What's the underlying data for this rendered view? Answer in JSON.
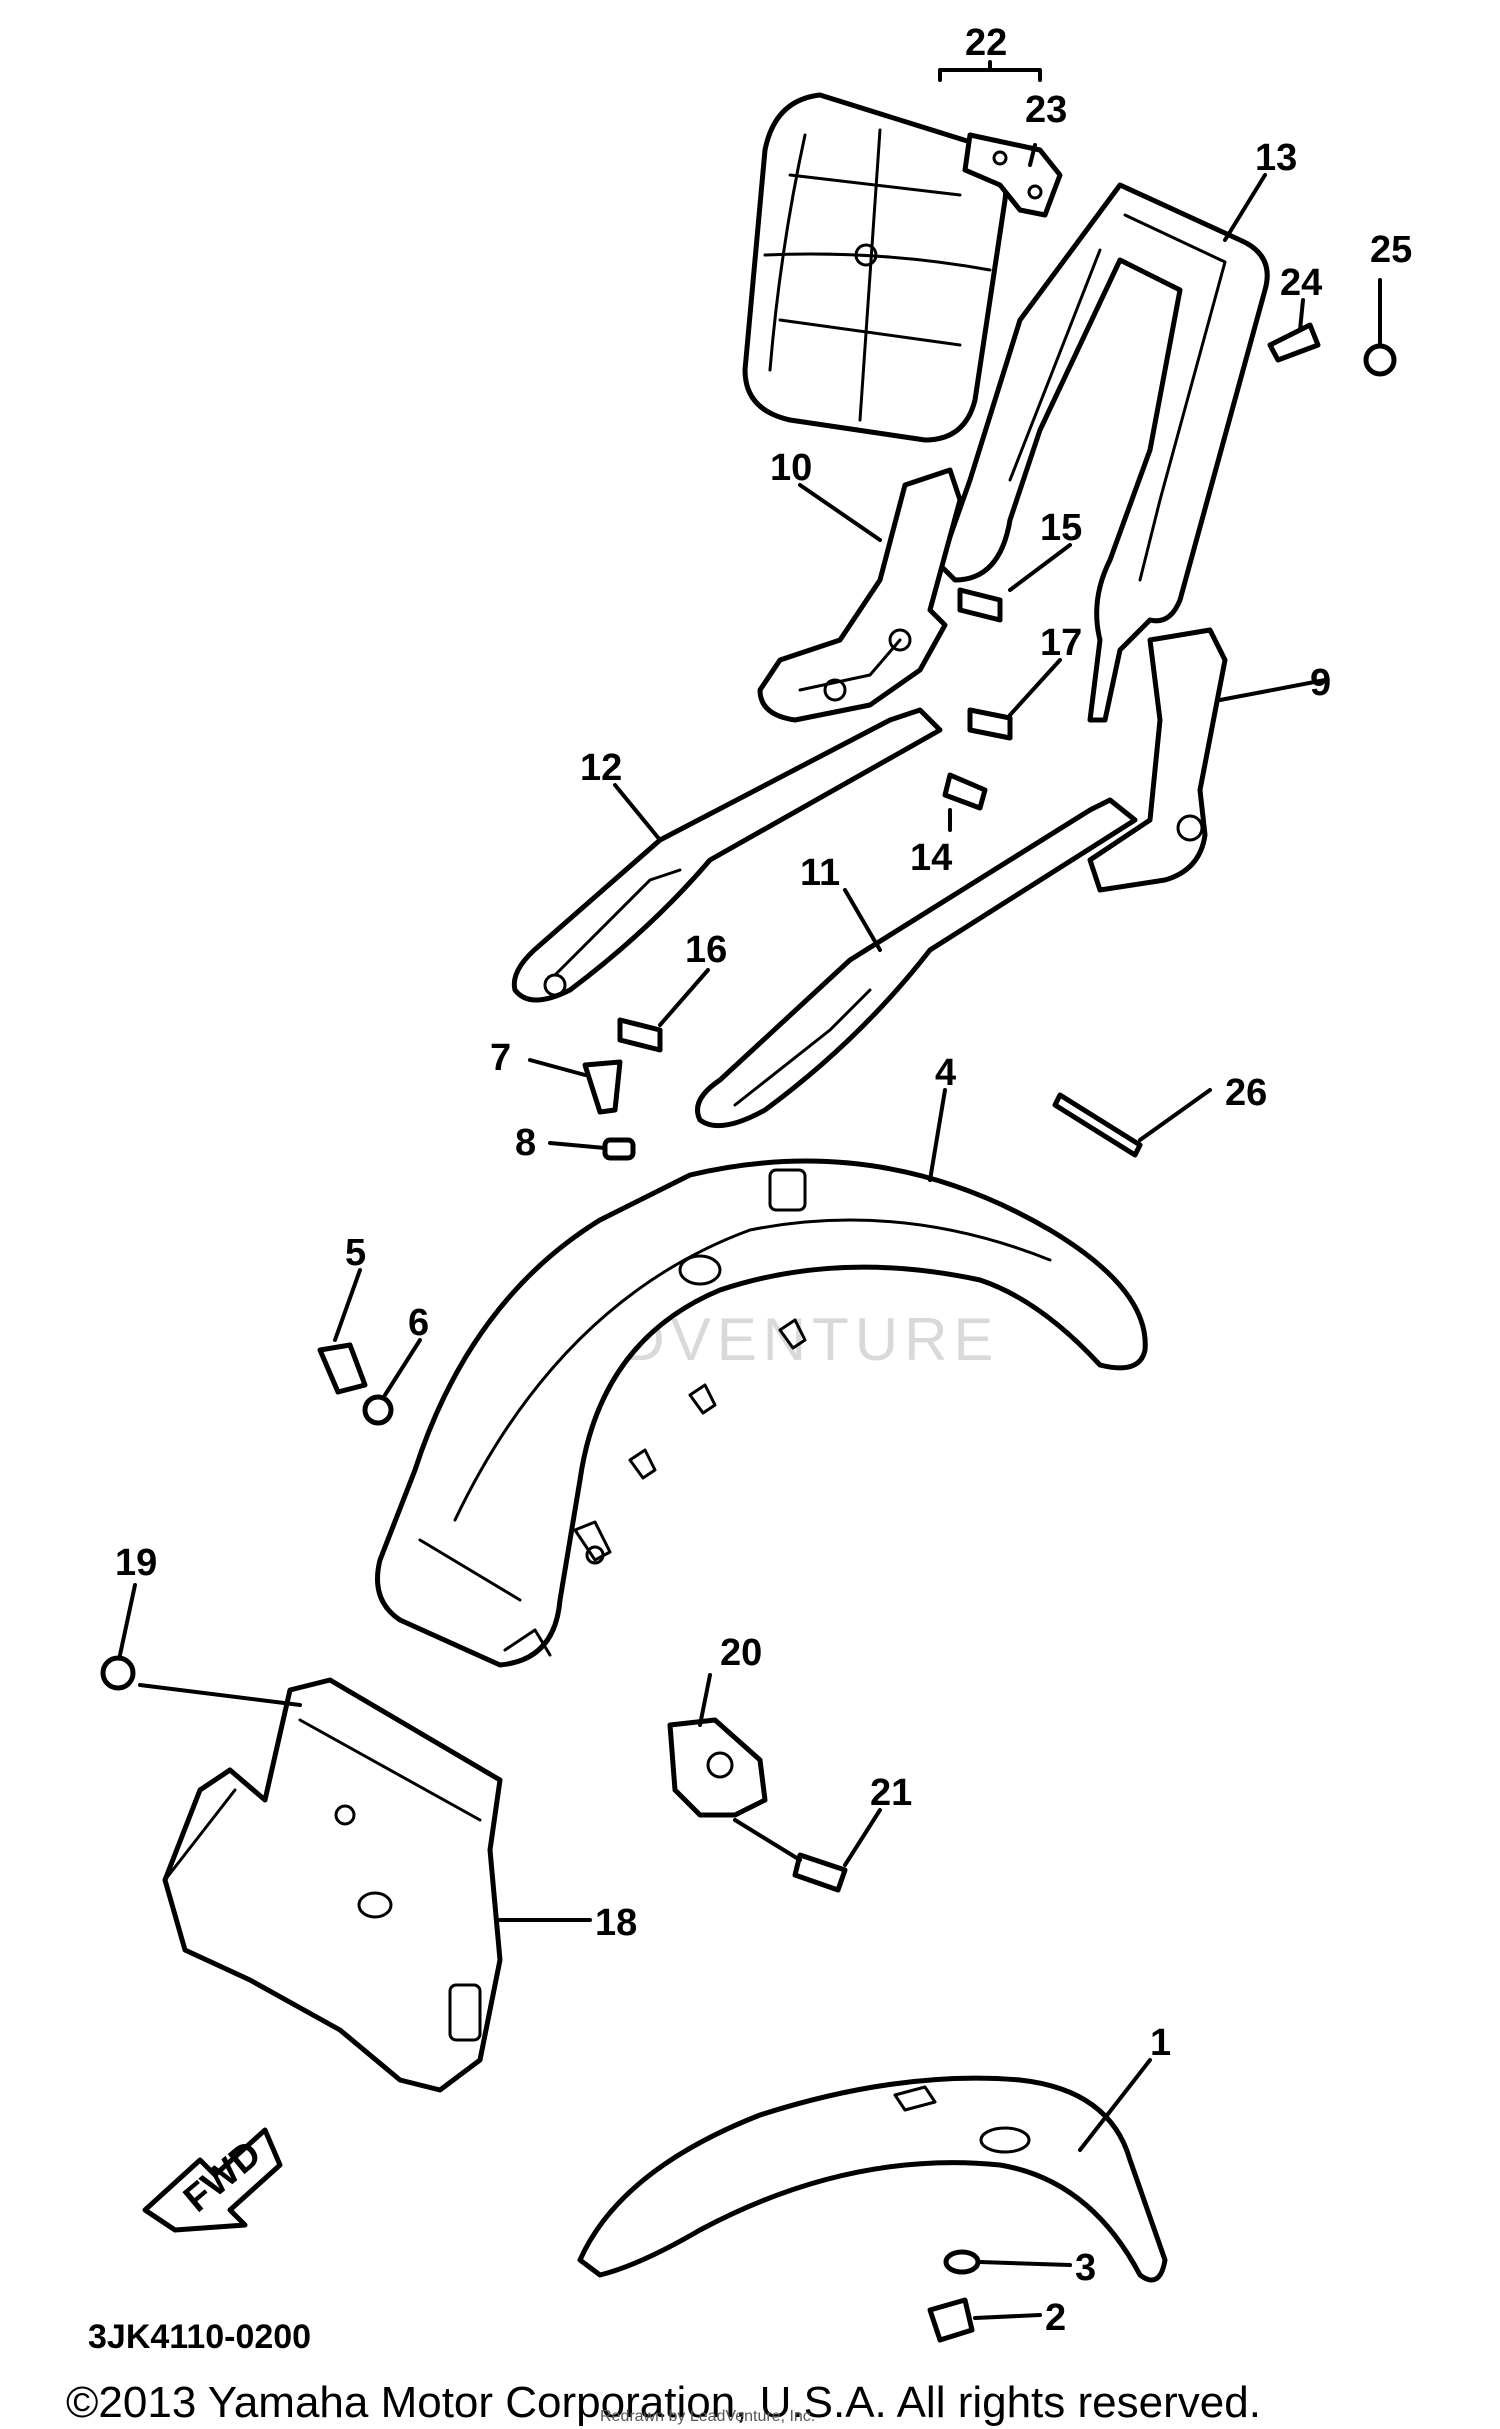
{
  "diagram_code": "3JK4110-0200",
  "copyright": "©2013 Yamaha Motor Corporation, U.S.A. All rights reserved.",
  "redrawn_credit": "Redrawn by LeadVenture, Inc.",
  "watermark": "LEADVENTURE",
  "fwd_label": "FWD",
  "callouts": {
    "p1": "1",
    "p2": "2",
    "p3": "3",
    "p4": "4",
    "p5": "5",
    "p6": "6",
    "p7": "7",
    "p8": "8",
    "p9": "9",
    "p10": "10",
    "p11": "11",
    "p12": "12",
    "p13": "13",
    "p14": "14",
    "p15": "15",
    "p16": "16",
    "p17": "17",
    "p18": "18",
    "p19": "19",
    "p20": "20",
    "p21": "21",
    "p22": "22",
    "p23": "23",
    "p24": "24",
    "p25": "25",
    "p26": "26"
  }
}
